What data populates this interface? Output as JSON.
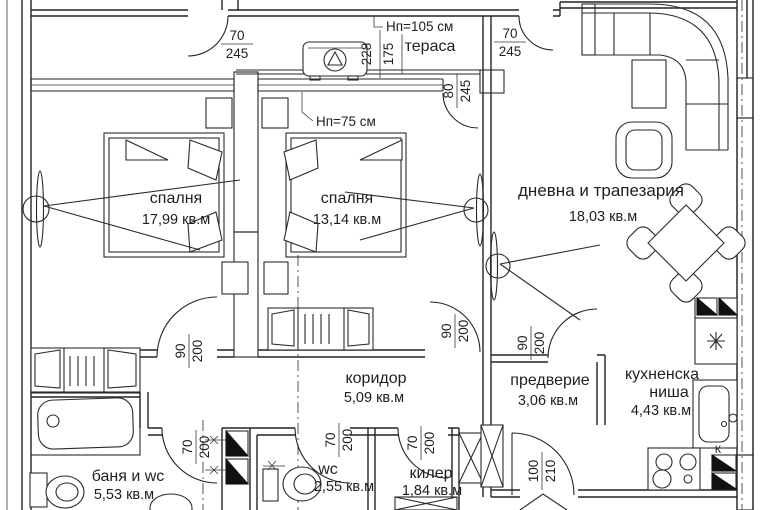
{
  "rooms": {
    "bedroom1": {
      "name": "спалня",
      "area": "17,99 кв.м"
    },
    "bedroom2": {
      "name": "спалня",
      "area": "13,14 кв.м"
    },
    "living": {
      "name": "дневна и трапезария",
      "area": "18,03 кв.м"
    },
    "terrace": {
      "name": "тераса"
    },
    "corridor": {
      "name": "коридор",
      "area": "5,09 кв.м"
    },
    "vestibule": {
      "name": "предверие",
      "area": "3,06 кв.м"
    },
    "kitchen": {
      "name_line1": "кухненска",
      "name_line2": "ниша",
      "area": "4,43 кв.м"
    },
    "bathroom": {
      "name": "баня и wc",
      "area": "5,53 кв.м"
    },
    "wc": {
      "name": "wc",
      "area": "2,55 кв.м"
    },
    "closet": {
      "name": "килер",
      "area": "1,84 кв.м"
    }
  },
  "heights": {
    "terrace_parapet": "Нп=105 см",
    "window_sill": "Нп=75 см"
  },
  "terrace_dims": {
    "width": "228",
    "depth": "175"
  },
  "doors": {
    "terrace_left": {
      "num": "70",
      "den": "245"
    },
    "terrace_right": {
      "num": "70",
      "den": "245"
    },
    "terrace_living": {
      "num": "80",
      "den": "245"
    },
    "bedroom1": {
      "num": "90",
      "den": "200"
    },
    "bedroom2": {
      "num": "90",
      "den": "200"
    },
    "living_vestibule": {
      "num": "90",
      "den": "200"
    },
    "bathroom": {
      "num": "70",
      "den": "200"
    },
    "wc": {
      "num": "70",
      "den": "200"
    },
    "closet": {
      "num": "70",
      "den": "200"
    },
    "entrance": {
      "num": "100",
      "den": "210"
    }
  },
  "labels": {
    "sink": "К"
  },
  "colors": {
    "line": "#242424",
    "background": "#ffffff"
  }
}
